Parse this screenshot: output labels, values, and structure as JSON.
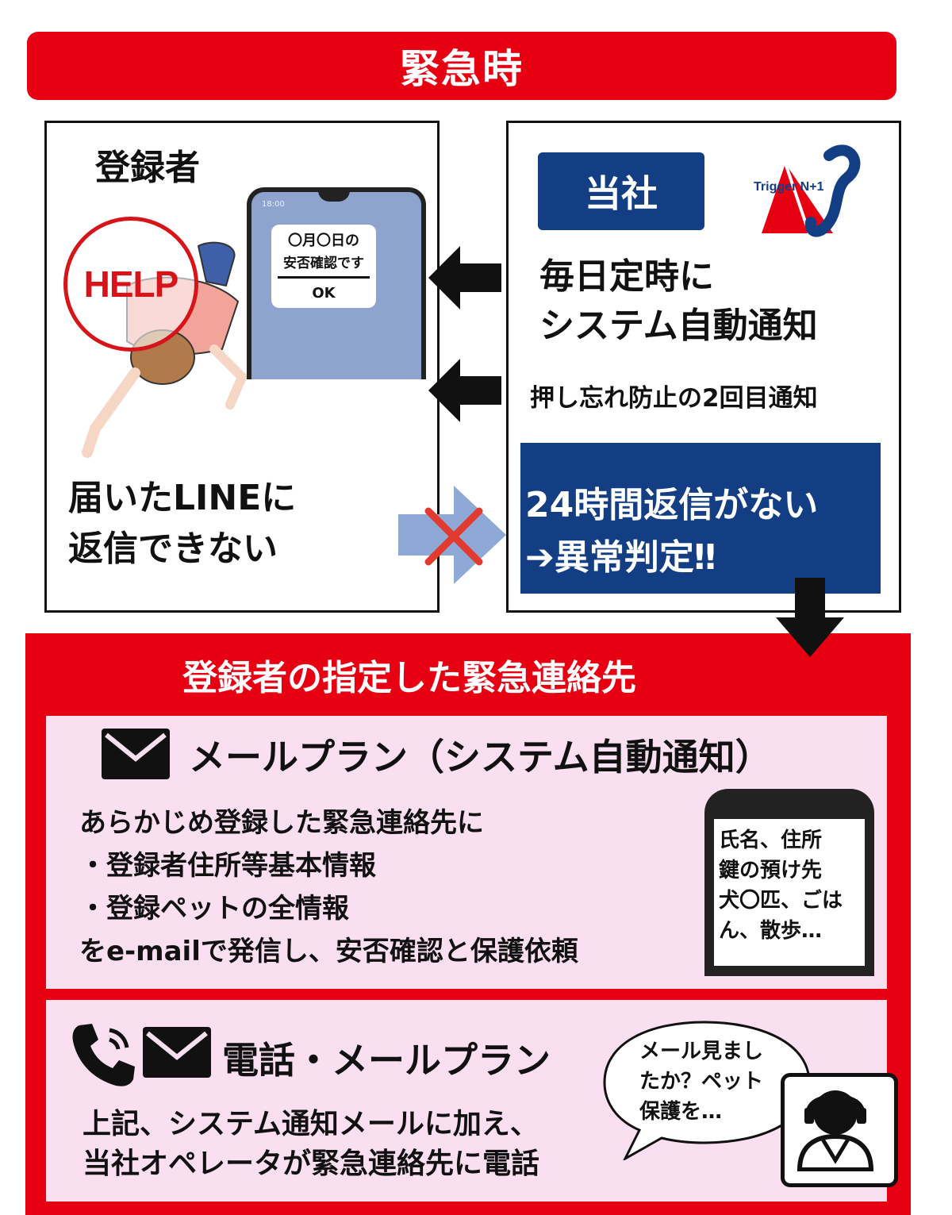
{
  "banner": {
    "title": "緊急時"
  },
  "left_panel": {
    "registrant_label": "登録者",
    "help_text": "HELP",
    "phone": {
      "status_time": "18:00",
      "message_line1": "〇月〇日の",
      "message_line2": "安否確認です",
      "ok_button": "OK"
    },
    "caption_line1": "届いたLINEに",
    "caption_line2": "返信できない"
  },
  "right_panel": {
    "company_label": "当社",
    "logo_text": "Trigger N+1",
    "daily_line1": "毎日定時に",
    "daily_line2": "システム自動通知",
    "reminder": "押し忘れ防止の2回目通知",
    "anomaly_line1": "24時間返信がない",
    "anomaly_line2": "➔異常判定‼"
  },
  "emergency": {
    "title": "登録者の指定した緊急連絡先",
    "mail_plan": {
      "title": "メールプラン（システム自動通知）",
      "lines": [
        "あらかじめ登録した緊急連絡先に",
        "・登録者住所等基本情報",
        "・登録ペットの全情報",
        "をe-mailで発信し、安否確認と保護依頼"
      ],
      "phone_screen_lines": [
        "氏名、住所",
        "鍵の預け先",
        "犬〇匹、ごは",
        "ん、散歩…"
      ]
    },
    "phone_plan": {
      "title": "電話・メールプラン",
      "lines": [
        "上記、システム通知メールに加え、",
        "当社オペレータが緊急連絡先に電話"
      ],
      "bubble_lines": [
        "メール見まし",
        "たか？ペット",
        "保護を…"
      ]
    }
  },
  "colors": {
    "red": "#e60012",
    "navy": "#143e83",
    "pink": "#f9dff0",
    "arrow_blue": "#8fa9d6",
    "cross_red": "#e23a2e"
  },
  "icons": [
    "mail-icon",
    "phone-handset-icon",
    "operator-headset-icon",
    "arrow-left-icon",
    "arrow-down-icon",
    "cross-icon"
  ]
}
